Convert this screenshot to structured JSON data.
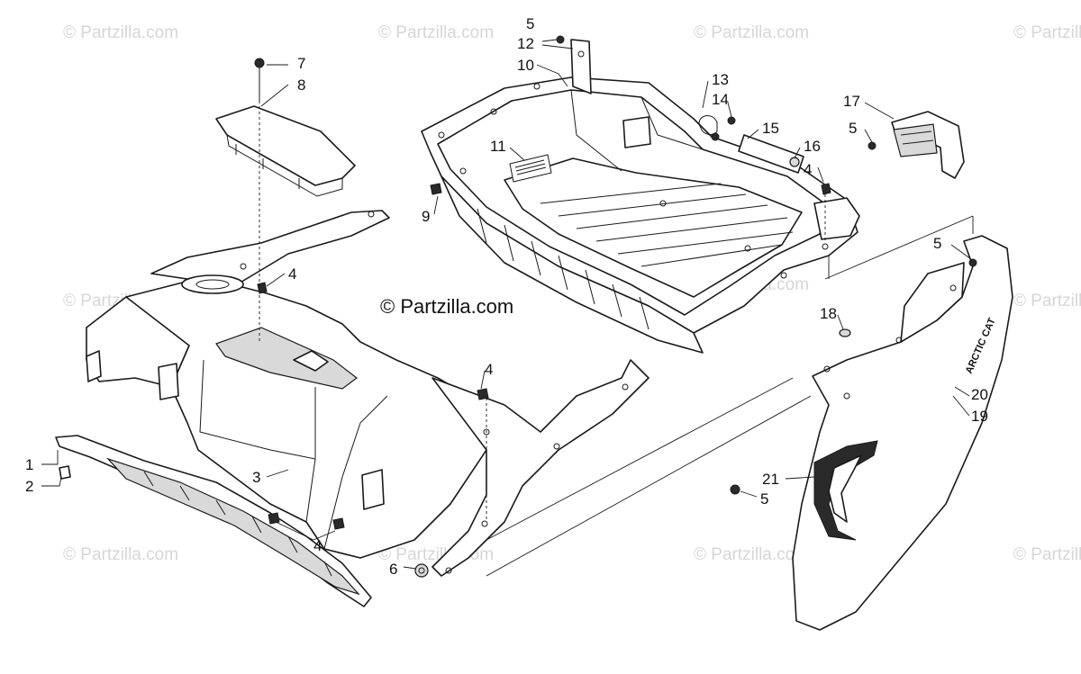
{
  "copyright": "© Partzilla.com",
  "watermark": "© Partzilla.com",
  "brand_text": "ARCTIC CAT",
  "callouts": [
    "1",
    "2",
    "3",
    "4",
    "4",
    "4",
    "4",
    "5",
    "5",
    "5",
    "5",
    "6",
    "7",
    "8",
    "9",
    "10",
    "11",
    "12",
    "13",
    "14",
    "15",
    "16",
    "17",
    "18",
    "19",
    "20",
    "21"
  ]
}
